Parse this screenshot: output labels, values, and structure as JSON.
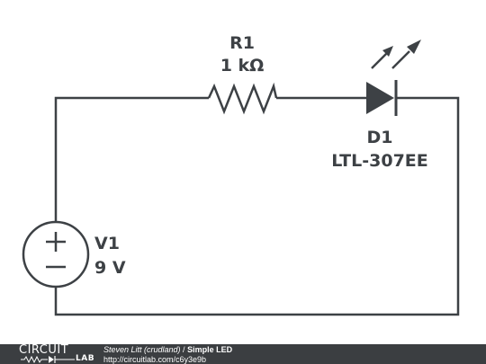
{
  "components": {
    "resistor": {
      "ref": "R1",
      "value": "1 kΩ"
    },
    "led": {
      "ref": "D1",
      "value": "LTL-307EE"
    },
    "source": {
      "ref": "V1",
      "value": "9 V"
    }
  },
  "footer": {
    "logo_top": "CIRCUIT",
    "logo_bottom": "LAB",
    "author": "Steven Litt (crudland)",
    "separator": " / ",
    "title": "Simple LED",
    "url": "http://circuitlab.com/c6y3e9b"
  },
  "colors": {
    "ink": "#3d4145",
    "footer_bg": "#3b3e41",
    "background": "#ffffff"
  }
}
